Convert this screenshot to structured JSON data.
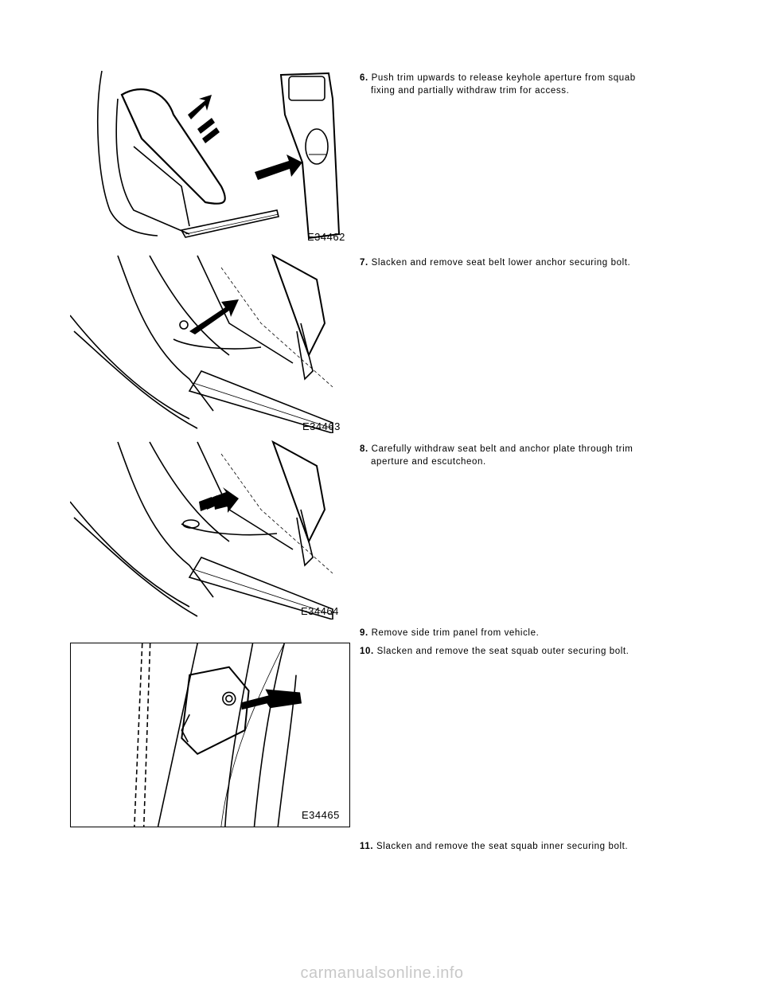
{
  "figures": [
    {
      "id": "E34462"
    },
    {
      "id": "E34463"
    },
    {
      "id": "E34464"
    },
    {
      "id": "E34465"
    }
  ],
  "steps": [
    {
      "num": "6.",
      "text": "Push trim upwards to release keyhole aperture from squab",
      "cont": "fixing and partially withdraw trim for access."
    },
    {
      "num": "7.",
      "text": "Slacken and remove seat belt lower anchor securing bolt.",
      "cont": ""
    },
    {
      "num": "8.",
      "text": "Carefully withdraw seat belt and anchor plate through trim",
      "cont": "aperture and escutcheon."
    },
    {
      "num": "9.",
      "text": "Remove side trim panel from vehicle.",
      "cont": ""
    },
    {
      "num": "10.",
      "text": "Slacken and remove the seat squab outer securing bolt.",
      "cont": ""
    },
    {
      "num": "11.",
      "text": "Slacken and remove the seat squab inner securing bolt.",
      "cont": ""
    }
  ],
  "watermark": "carmanualsonline.info"
}
